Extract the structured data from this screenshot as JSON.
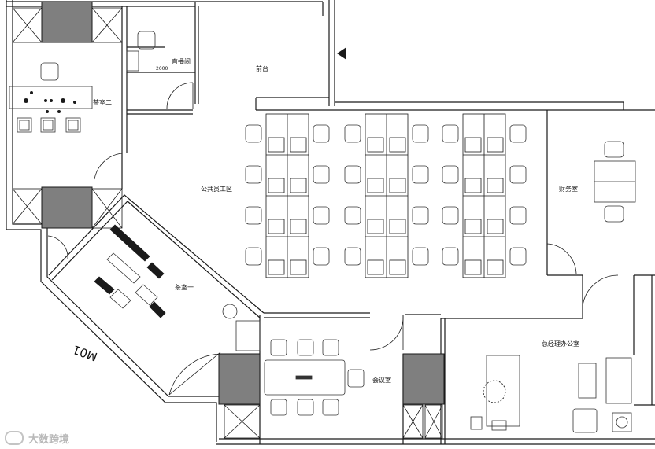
{
  "rooms": {
    "front_desk": "前台",
    "live_room": "直播间",
    "live_room_dim": "2000",
    "tea_room_two": "茶室二",
    "tea_room_one": "茶室一",
    "public_staff_area": "公共员工区",
    "finance_room": "财务室",
    "meeting_room": "会议室",
    "gm_office": "总经理办公室"
  },
  "annotations": {
    "m01": "M01"
  },
  "watermark": "大数跨境",
  "colors": {
    "line": "#1a1a1a",
    "column_fill": "#7f7f7f",
    "furniture_stroke": "#333333"
  }
}
